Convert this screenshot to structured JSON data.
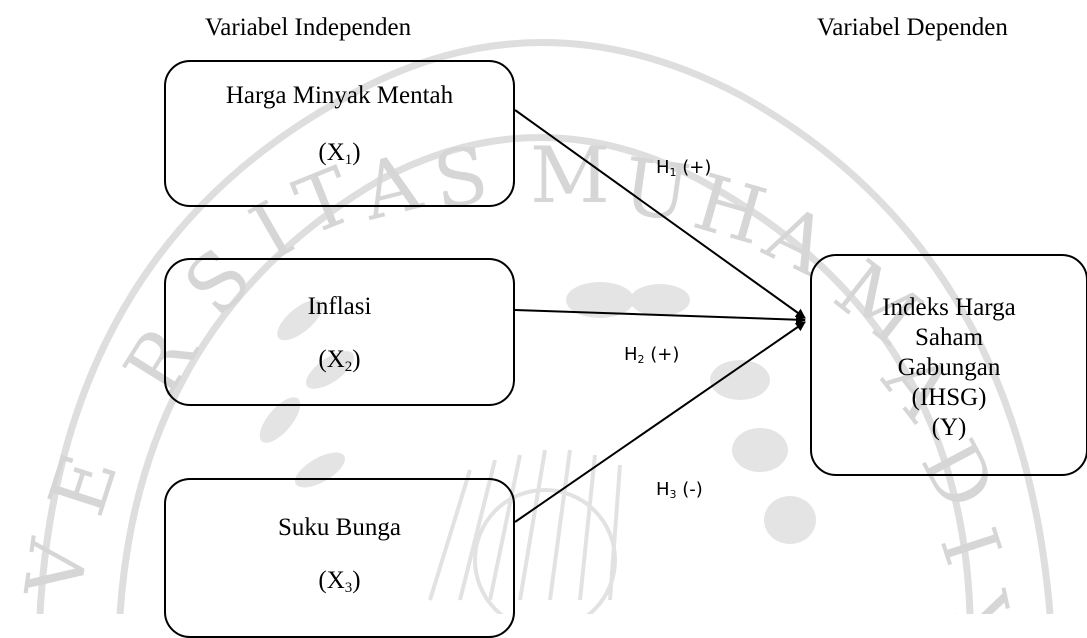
{
  "headings": {
    "independent": "Variabel Independen",
    "dependent": "Variabel Dependen"
  },
  "variables": {
    "x1": {
      "name": "Harga Minyak Mentah",
      "symbol": "X",
      "index": "1"
    },
    "x2": {
      "name": "Inflasi",
      "symbol": "X",
      "index": "2"
    },
    "x3": {
      "name": "Suku Bunga",
      "symbol": "X",
      "index": "3"
    }
  },
  "dependent": {
    "lines": [
      "Indeks Harga",
      "Saham",
      "Gabungan",
      "(IHSG)",
      "(Y)"
    ]
  },
  "hypotheses": {
    "h1": {
      "label": "H",
      "index": "1",
      "sign": "(+)"
    },
    "h2": {
      "label": "H",
      "index": "2",
      "sign": "(+)"
    },
    "h3": {
      "label": "H",
      "index": "3",
      "sign": "(-)"
    }
  },
  "colors": {
    "line": "#000000",
    "watermark": "#d9d9d9"
  }
}
